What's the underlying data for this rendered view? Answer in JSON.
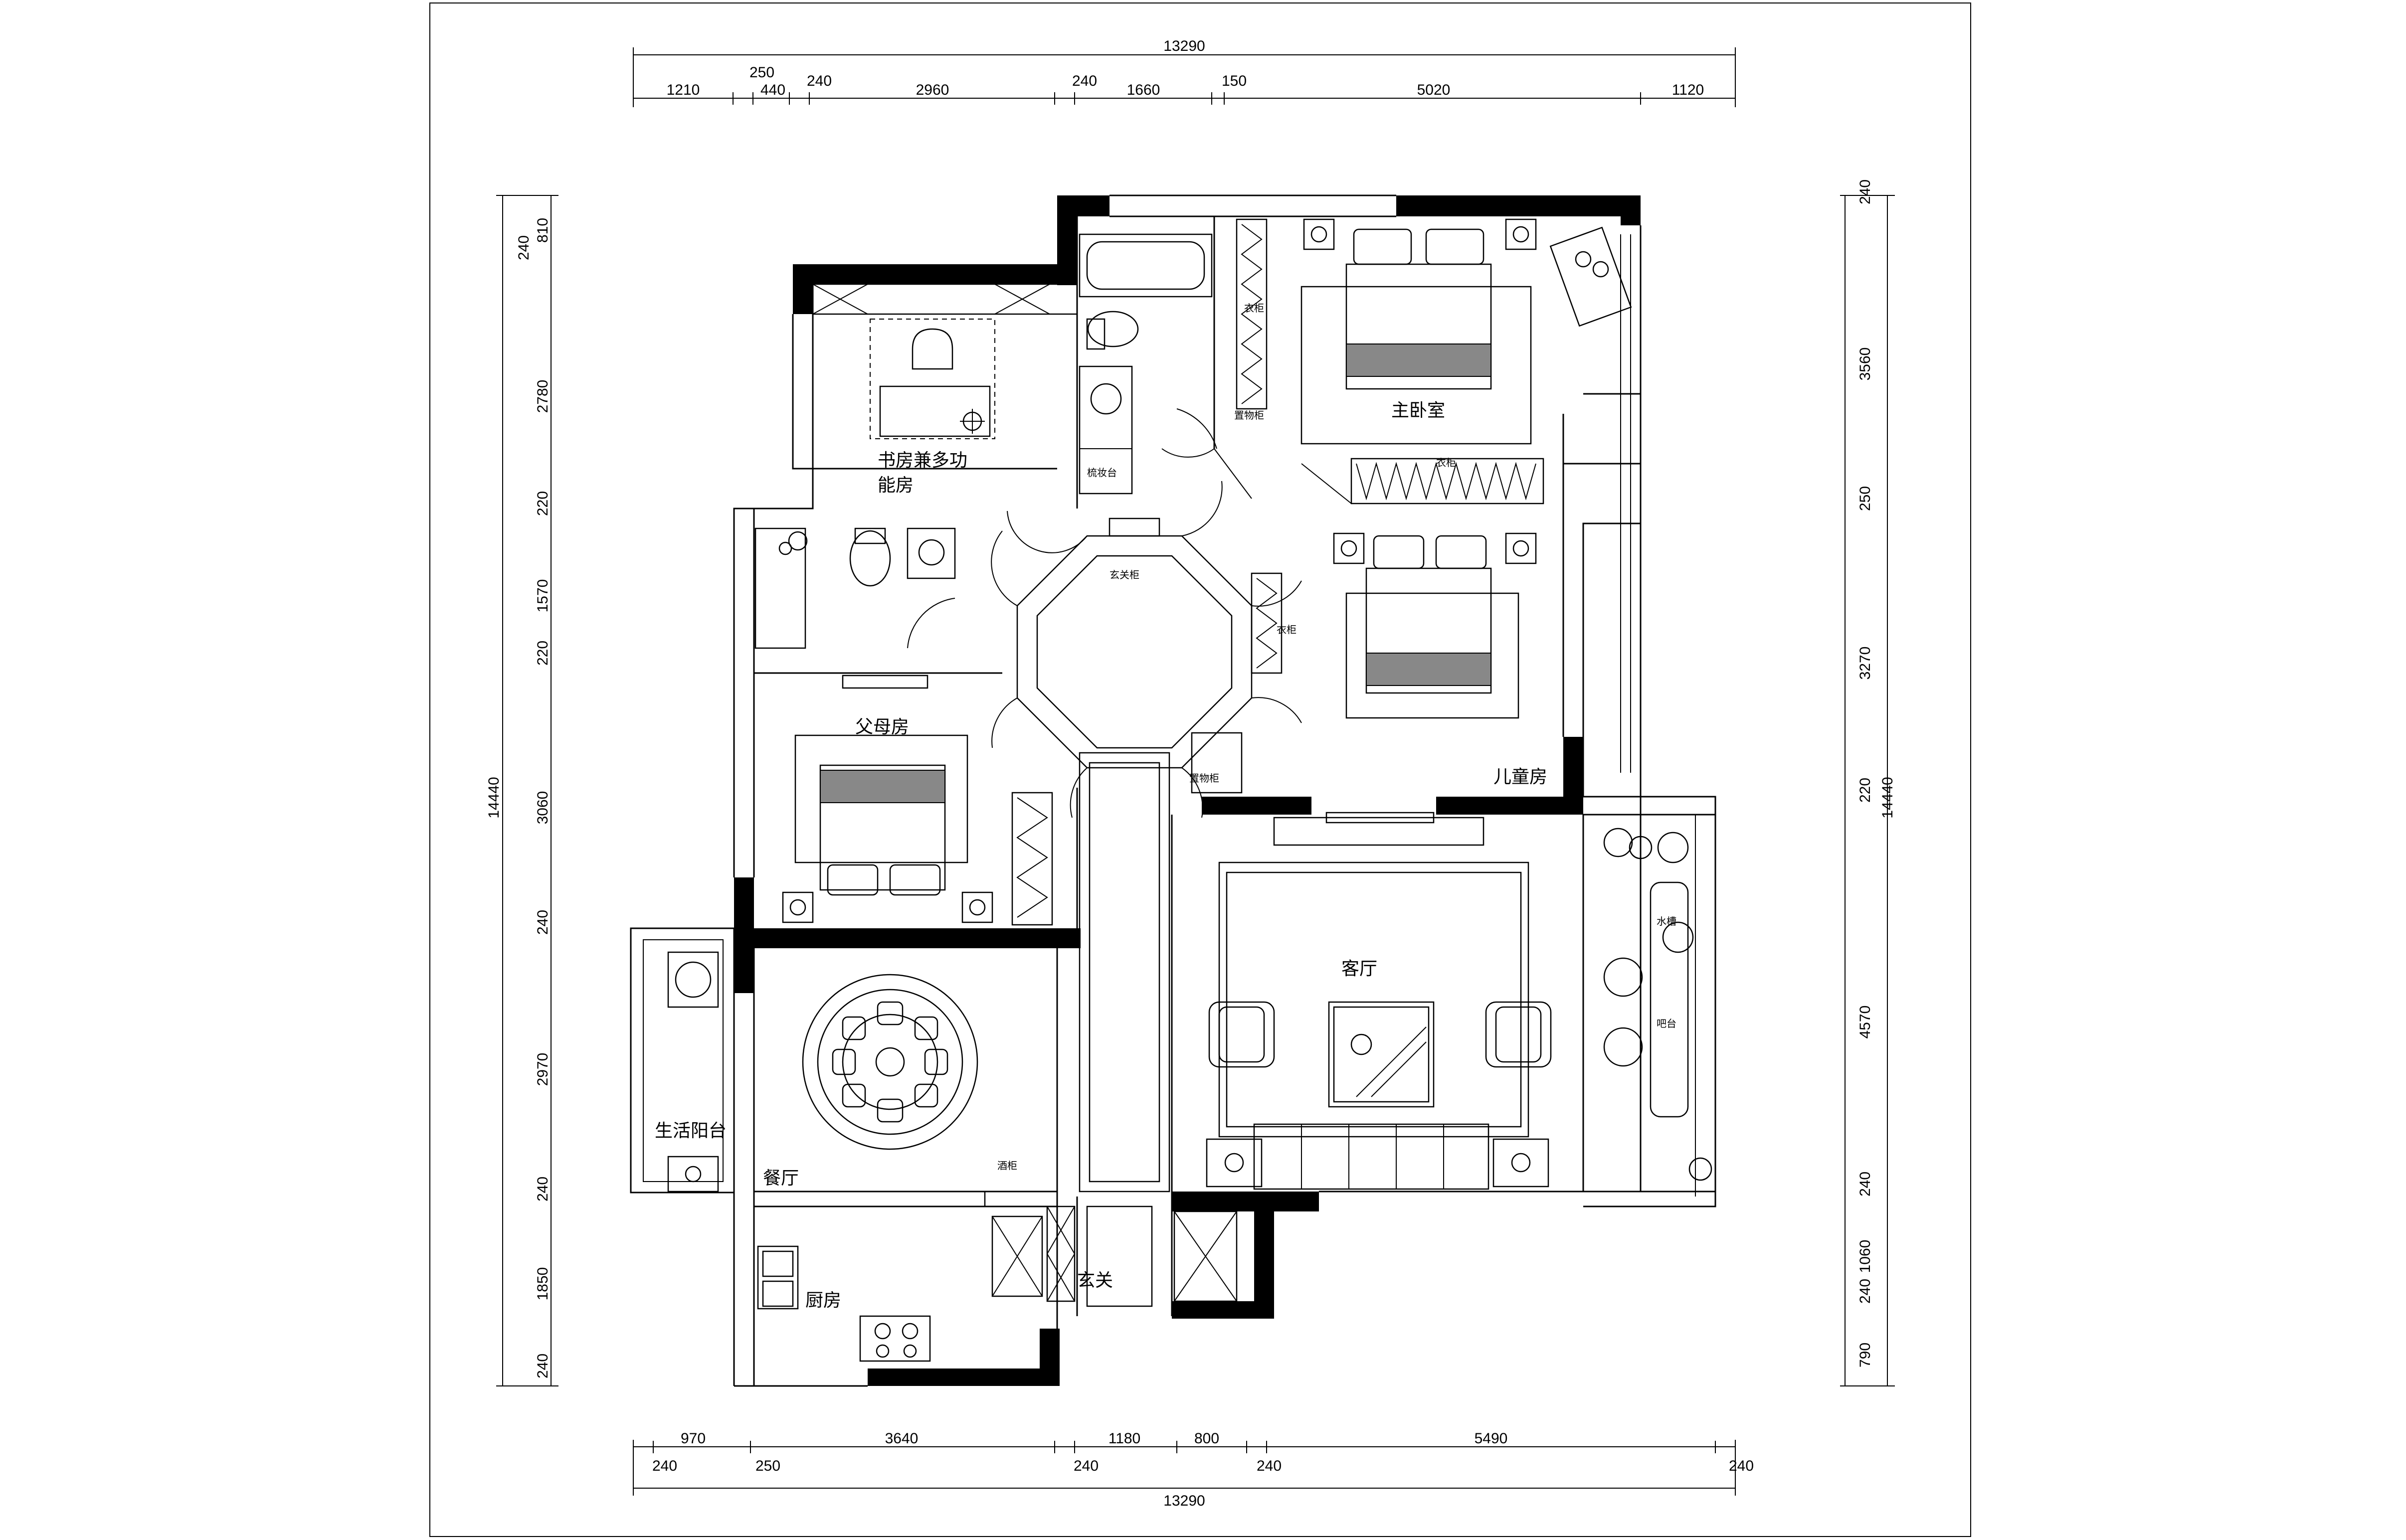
{
  "dimensions": {
    "top_total": "13290",
    "top_segments": [
      "1210",
      "250",
      "440",
      "240",
      "2960",
      "240",
      "1660",
      "150",
      "5020",
      "1120"
    ],
    "bottom_segments": [
      "970",
      "3640",
      "1180",
      "800",
      "5490"
    ],
    "bottom_sub": [
      "240",
      "250",
      "240",
      "240",
      "240"
    ],
    "bottom_total": "13290",
    "left_total": "14440",
    "left_segments": [
      "240",
      "810",
      "2780",
      "220",
      "1570",
      "220",
      "3060",
      "240",
      "2970",
      "240",
      "1850",
      "240"
    ],
    "right_total": "14440",
    "right_segments": [
      "240",
      "3560",
      "250",
      "3270",
      "220",
      "4570",
      "240",
      "1060",
      "240",
      "790"
    ]
  },
  "rooms": {
    "study": "书房兼多功",
    "study_line2": "能房",
    "master_bedroom": "主卧室",
    "parents_room": "父母房",
    "kids_room": "儿童房",
    "living_room": "客厅",
    "dining": "餐厅",
    "kitchen": "厨房",
    "entry": "玄关",
    "balcony": "生活阳台"
  },
  "labels": {
    "wardrobe1": "衣柜",
    "storage1": "置物柜",
    "vanity": "梳妆台",
    "wardrobe2": "衣柜",
    "entry_cabinet": "玄关柜",
    "wardrobe3": "衣柜",
    "storage2": "置物柜",
    "sink": "水槽",
    "bar": "吧台",
    "wine_cabinet": "酒柜"
  }
}
